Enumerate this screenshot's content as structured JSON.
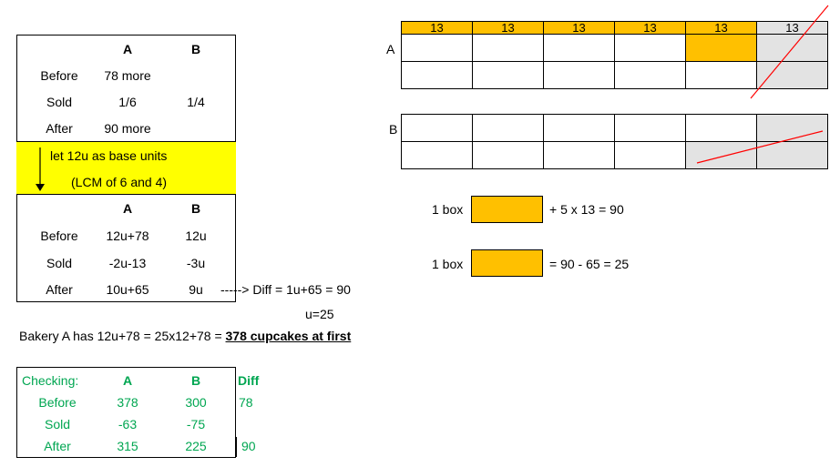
{
  "table1": {
    "col_a": "A",
    "col_b": "B",
    "rows": [
      {
        "label": "Before",
        "a": "78 more",
        "b": ""
      },
      {
        "label": "Sold",
        "a": "1/6",
        "b": "1/4"
      },
      {
        "label": "After",
        "a": "90 more",
        "b": ""
      }
    ]
  },
  "note": {
    "line1": "let 12u as base units",
    "line2": "(LCM of 6 and 4)",
    "bg": "#ffff00"
  },
  "table2": {
    "col_a": "A",
    "col_b": "B",
    "rows": [
      {
        "label": "Before",
        "a": "12u+78",
        "b": "12u"
      },
      {
        "label": "Sold",
        "a": "-2u-13",
        "b": "-3u"
      },
      {
        "label": "After",
        "a": "10u+65",
        "b": "9u"
      }
    ]
  },
  "diff": {
    "text": "-----> Diff = 1u+65 = 90",
    "u": "u=25"
  },
  "conclusion": {
    "prefix": "Bakery A has 12u+78 = 25x12+78 = ",
    "answer": "378 cupcakes at first"
  },
  "check": {
    "title": "Checking:",
    "col_a": "A",
    "col_b": "B",
    "col_diff": "Diff",
    "rows": [
      {
        "label": "Before",
        "a": "378",
        "b": "300",
        "diff": "78"
      },
      {
        "label": "Sold",
        "a": "-63",
        "b": "-75",
        "diff": ""
      },
      {
        "label": "After",
        "a": "315",
        "b": "225",
        "diff": "90"
      }
    ],
    "color": "#00a651"
  },
  "model": {
    "header_values": [
      "13",
      "13",
      "13",
      "13",
      "13",
      "13"
    ],
    "label_a": "A",
    "label_b": "B",
    "accent": "#ffc000",
    "gray": "#e3e3e3",
    "strike": "#ff0000"
  },
  "equations": {
    "eq1_label": "1 box",
    "eq1_text": "+ 5 x 13 = 90",
    "eq2_label": "1 box",
    "eq2_text": "= 90 - 65 = 25"
  }
}
